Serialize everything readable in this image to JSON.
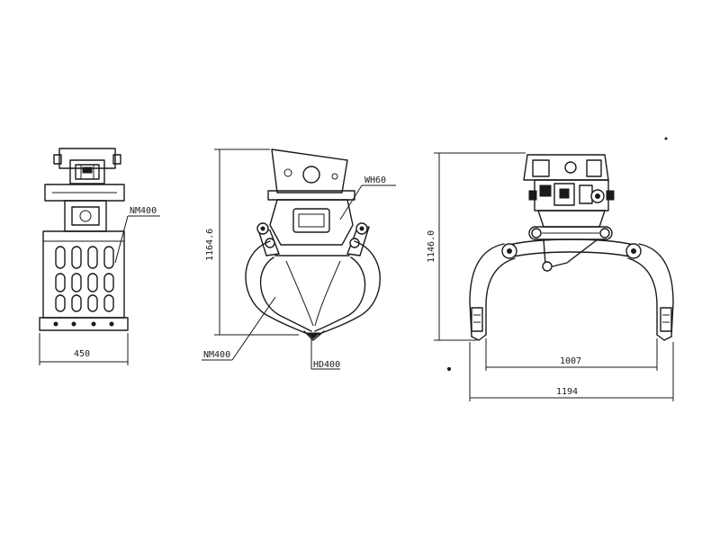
{
  "views": {
    "side": {
      "material_label": "NM400",
      "width_dim": "450"
    },
    "front": {
      "height_dim": "1164.6",
      "material_top_label": "WH60",
      "material_jaw_label": "NM400",
      "material_tip_label": "HD400"
    },
    "open": {
      "height_dim": "1146.0",
      "inner_width_dim": "1007",
      "outer_width_dim": "1194"
    }
  }
}
